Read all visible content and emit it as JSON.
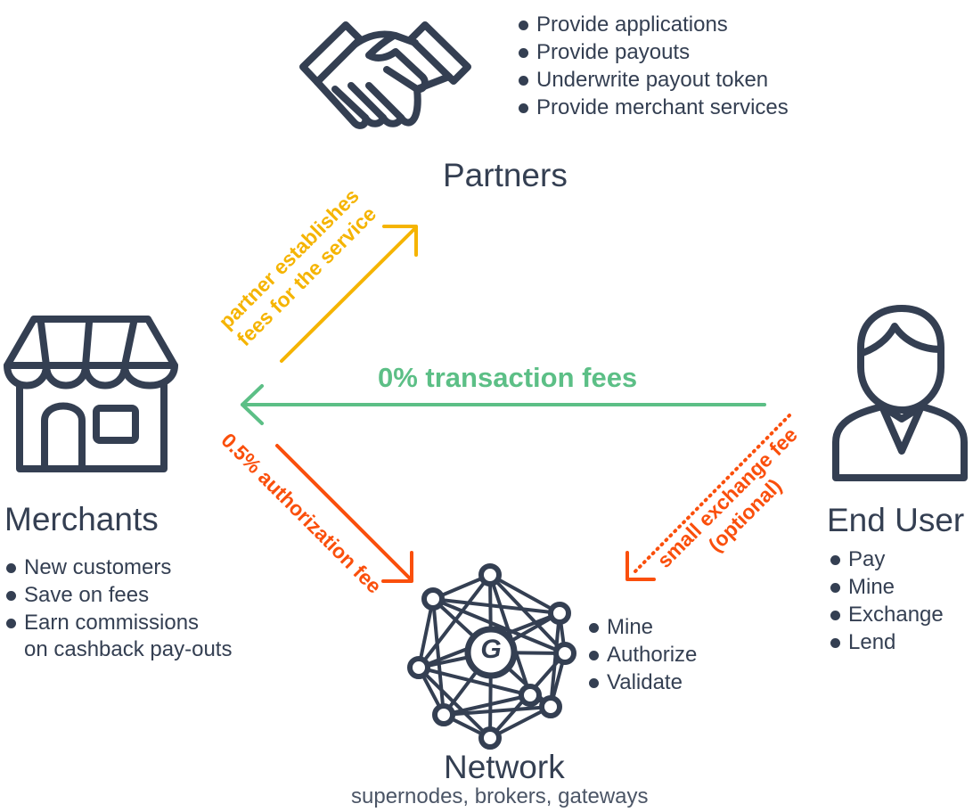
{
  "partners": {
    "title": "Partners",
    "bullets": [
      "Provide applications",
      "Provide payouts",
      "Underwrite payout token",
      "Provide merchant services"
    ]
  },
  "merchants": {
    "title": "Merchants",
    "bullets": [
      "New customers",
      "Save on fees",
      "Earn commissions",
      "on cashback pay-outs"
    ]
  },
  "end_user": {
    "title": "End User",
    "bullets": [
      "Pay",
      "Mine",
      "Exchange",
      "Lend"
    ]
  },
  "network": {
    "title": "Network",
    "subtitle": "supernodes, brokers, gateways",
    "logo_letter": "G",
    "bullets": [
      "Mine",
      "Authorize",
      "Validate"
    ]
  },
  "flows": {
    "partner_fee": {
      "line1": "partner establishes",
      "line2": "fees for the service",
      "color": "#f5b400"
    },
    "transaction_fee": {
      "label": "0% transaction fees",
      "color": "#5cbf86"
    },
    "authorization_fee": {
      "label": "0.5% authorization fee",
      "color": "#fa4f0c"
    },
    "exchange_fee": {
      "line1": "small exchange fee",
      "line2": "(optional)",
      "color": "#fa4f0c"
    }
  },
  "colors": {
    "icon_stroke": "#343f52",
    "text": "#343f52"
  },
  "icons": {
    "partners": "handshake-icon",
    "merchants": "storefront-icon",
    "end_user": "user-icon",
    "network": "network-mesh-icon"
  }
}
